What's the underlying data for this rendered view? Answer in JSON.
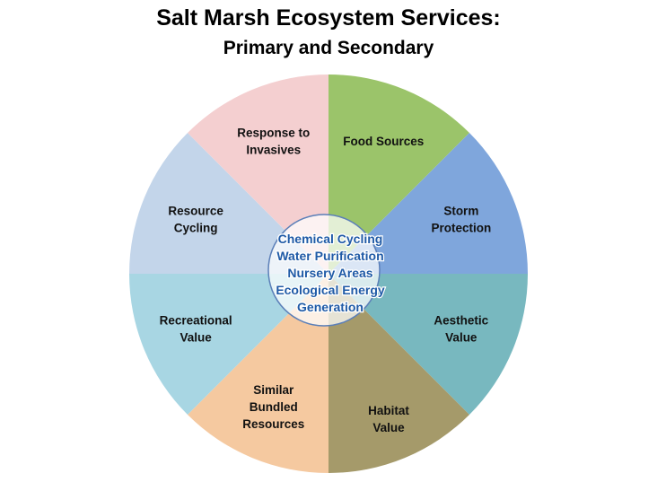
{
  "title": {
    "line1": "Salt Marsh Ecosystem Services:",
    "line2": "Primary and Secondary"
  },
  "slices": [
    {
      "label": [
        "Food Sources"
      ],
      "color": "#9bc46a"
    },
    {
      "label": [
        "Storm",
        "Protection"
      ],
      "color": "#7fa6dc"
    },
    {
      "label": [
        "Aesthetic",
        "Value"
      ],
      "color": "#78b8bf"
    },
    {
      "label": [
        "Habitat",
        "Value"
      ],
      "color": "#a59a6a"
    },
    {
      "label": [
        "Similar",
        "Bundled",
        "Resources"
      ],
      "color": "#f5c9a0"
    },
    {
      "label": [
        "Recreational",
        "Value"
      ],
      "color": "#a8d6e3"
    },
    {
      "label": [
        "Resource",
        "Cycling"
      ],
      "color": "#c3d5ea"
    },
    {
      "label": [
        "Response to",
        "Invasives"
      ],
      "color": "#f4cfd0"
    }
  ],
  "center": {
    "lines": [
      "Chemical Cycling",
      "Water Purification",
      "Nursery Areas",
      "Ecological Energy",
      "Generation"
    ],
    "text_color": "#1f5aa6",
    "border_color": "#5b7fb8"
  }
}
